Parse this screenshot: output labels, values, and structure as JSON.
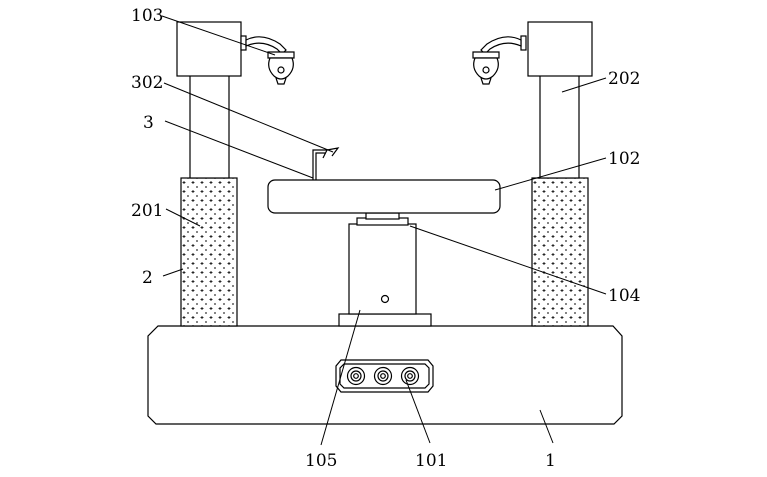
{
  "labels": {
    "l103": "103",
    "l302": "302",
    "l3": "3",
    "l201": "201",
    "l2": "2",
    "l202": "202",
    "l102": "102",
    "l104": "104",
    "l105": "105",
    "l101": "101",
    "l1": "1"
  }
}
